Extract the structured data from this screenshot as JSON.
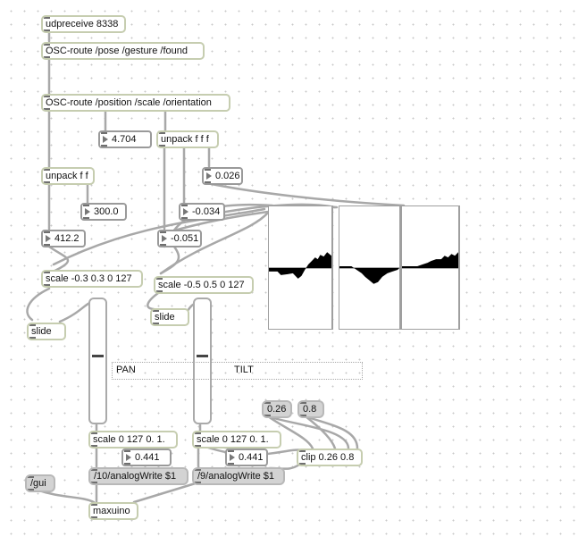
{
  "patch": {
    "objects": {
      "udpreceive": "udpreceive 8338",
      "osc_route_main": "OSC-route /pose /gesture /found",
      "osc_route_pose": "OSC-route /position /scale /orientation",
      "unpack_fff": "unpack f f f",
      "unpack_ff": "unpack f f",
      "scale_pan_in": "scale -0.3 0.3 0 127",
      "scale_tilt_in": "scale -0.5 0.5 0 127",
      "slide_pan": "slide",
      "slide_tilt": "slide",
      "scale_pan_out": "scale 0 127 0. 1.",
      "scale_tilt_out": "scale 0 127 0. 1.",
      "clip": "clip 0.26 0.8",
      "maxuino": "maxuino"
    },
    "numbers": {
      "scale_value": "4.704",
      "orient_z": "0.026",
      "pos_y": "300.0",
      "orient_y": "-0.034",
      "pos_x": "412.2",
      "orient_x": "-0.051",
      "pan_out": "0.441",
      "tilt_out": "0.441"
    },
    "messages": {
      "clip_low": "0.26",
      "clip_high": "0.8",
      "gui": "/gui",
      "pan_write": "/10/analogWrite $1",
      "tilt_write": "/9/analogWrite $1"
    },
    "sliders": {
      "pan_value": 0.54,
      "tilt_value": 0.54
    },
    "panel": {
      "pan_label": "PAN",
      "tilt_label": "TILT"
    }
  }
}
